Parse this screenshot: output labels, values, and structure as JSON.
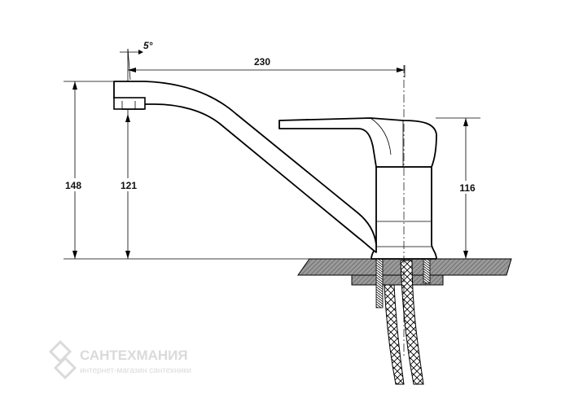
{
  "dimensions": {
    "spout_reach": "230",
    "total_height": "148",
    "spout_outlet_height": "121",
    "lever_height": "116",
    "spout_angle": "5°"
  },
  "watermark": {
    "brand": "САНТЕХМАНИЯ",
    "tagline": "интернет-магазин сантехники"
  },
  "colors": {
    "line": "#000000",
    "counter_fill": "#8a8a8a",
    "watermark": "#d7d7d7"
  }
}
